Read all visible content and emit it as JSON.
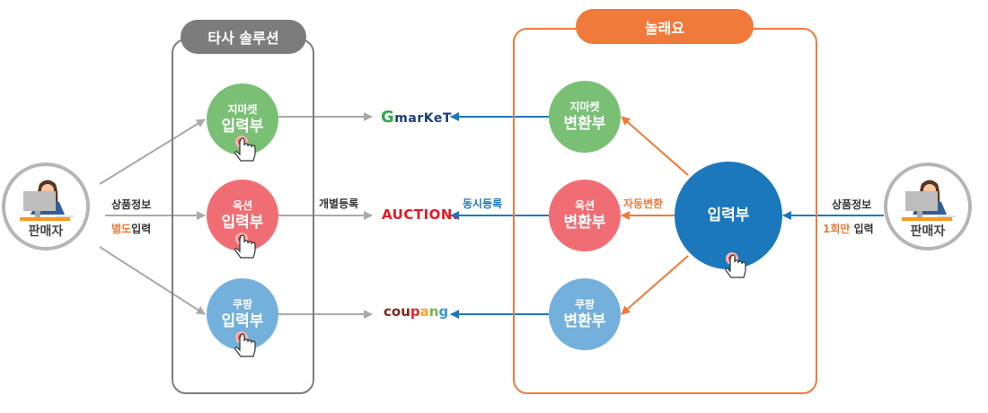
{
  "other_solution": {
    "title": "타사 솔루션",
    "nodes": [
      {
        "top": "지마켓",
        "bottom": "입력부",
        "color": "#79c074"
      },
      {
        "top": "옥션",
        "bottom": "입력부",
        "color": "#f06e73"
      },
      {
        "top": "쿠팡",
        "bottom": "입력부",
        "color": "#73b0dc"
      }
    ],
    "edge_label": "개별등록"
  },
  "our_solution": {
    "title": "놀래요",
    "nodes": [
      {
        "top": "지마켓",
        "bottom": "변환부",
        "color": "#79c074"
      },
      {
        "top": "옥션",
        "bottom": "변환부",
        "color": "#f06e73"
      },
      {
        "top": "쿠팡",
        "bottom": "변환부",
        "color": "#73b0dc"
      }
    ],
    "input_node": "입력부",
    "convert_label": "자동변환",
    "edge_label": "동시등록"
  },
  "left_seller": {
    "label": "판매자",
    "caption_line1": "상품정보",
    "caption_highlight": "별도",
    "caption_rest": "입력"
  },
  "right_seller": {
    "label": "판매자",
    "caption_line1": "상품정보",
    "caption_highlight": "1회만",
    "caption_rest": " 입력"
  },
  "markets": {
    "gmarket_g": "G",
    "gmarket_rest": "marKeT",
    "auction": "AUCTION.",
    "coupang": [
      "c",
      "o",
      "u",
      "p",
      "a",
      "n",
      "g"
    ]
  },
  "colors": {
    "gray_line": "#a9a9a9",
    "blue_line": "#1b78bd",
    "orange_line": "#f07a3a",
    "coupang_letters": [
      "#7b2a1e",
      "#7b2a1e",
      "#7b2a1e",
      "#e5262d",
      "#f5a623",
      "#7ab648",
      "#3a9ad9"
    ]
  }
}
